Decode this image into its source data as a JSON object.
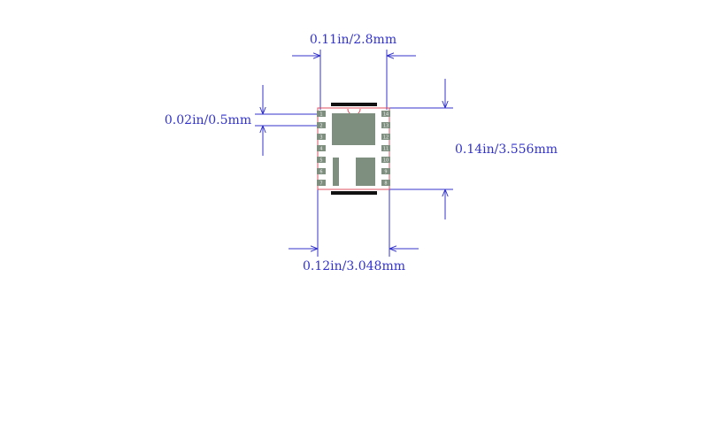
{
  "dimensions": {
    "top_width": "0.11in/2.8mm",
    "pitch": "0.02in/0.5mm",
    "height": "0.14in/3.556mm",
    "bottom_width": "0.12in/3.048mm"
  },
  "colors": {
    "dimension": "#3333cc",
    "outline": "#e05060",
    "pad": "#7f8f7f",
    "body_bar": "#111111",
    "pin_label": "#eeeeee"
  },
  "pins": {
    "left": [
      "1",
      "2",
      "3",
      "4",
      "5",
      "6",
      "7"
    ],
    "right": [
      "14",
      "13",
      "12",
      "11",
      "10",
      "9",
      "8"
    ]
  }
}
